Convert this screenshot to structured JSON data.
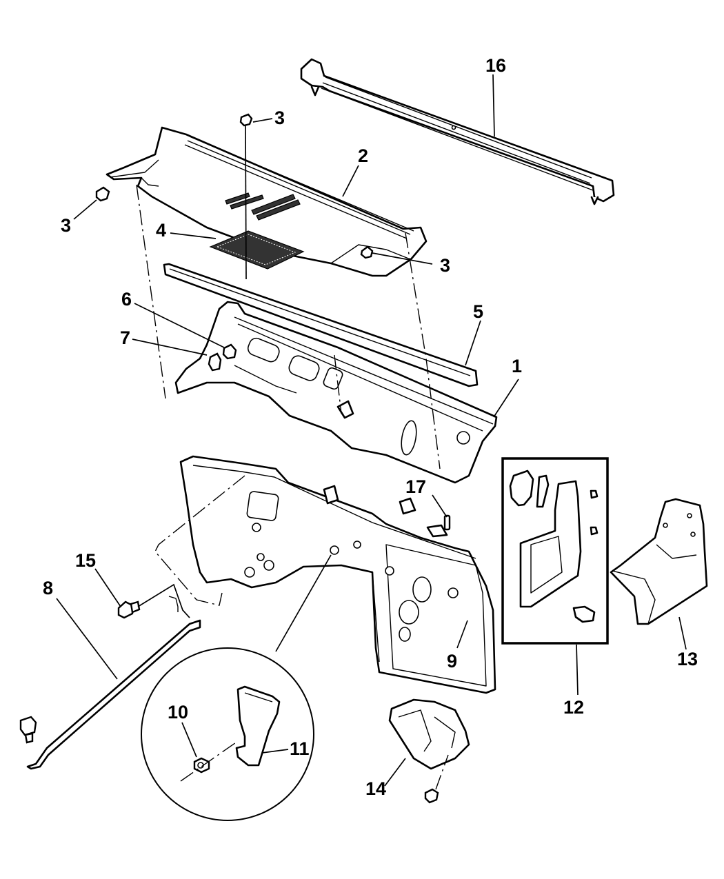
{
  "diagram": {
    "type": "exploded-parts-diagram",
    "subject": "Cowl, dash panel and plenum assembly",
    "callouts": [
      {
        "id": "c1",
        "label": "1",
        "part": "cowl-top-panel"
      },
      {
        "id": "c2",
        "label": "2",
        "part": "cowl-grille-cover"
      },
      {
        "id": "c3a",
        "label": "3",
        "part": "push-pin-fastener-top"
      },
      {
        "id": "c3b",
        "label": "3",
        "part": "push-pin-fastener-left"
      },
      {
        "id": "c3c",
        "label": "3",
        "part": "push-pin-fastener-right"
      },
      {
        "id": "c4",
        "label": "4",
        "part": "grille-screen"
      },
      {
        "id": "c5",
        "label": "5",
        "part": "weatherstrip-seal"
      },
      {
        "id": "c6",
        "label": "6",
        "part": "bracket-clip"
      },
      {
        "id": "c7",
        "label": "7",
        "part": "cowl-side-clip"
      },
      {
        "id": "c8",
        "label": "8",
        "part": "brace-rod"
      },
      {
        "id": "c9",
        "label": "9",
        "part": "dash-panel-plug"
      },
      {
        "id": "c10",
        "label": "10",
        "part": "nut"
      },
      {
        "id": "c11",
        "label": "11",
        "part": "grommet-insulator"
      },
      {
        "id": "c12",
        "label": "12",
        "part": "windshield-header-crossmember"
      },
      {
        "id": "c13",
        "label": "13",
        "part": "cowl-side-panel-kit"
      },
      {
        "id": "c14",
        "label": "14",
        "part": "pedal-support-bracket"
      },
      {
        "id": "c15",
        "label": "15",
        "part": "bolt"
      },
      {
        "id": "c16",
        "label": "16",
        "part": "cowl-side-panel"
      },
      {
        "id": "c17",
        "label": "17",
        "part": "stud"
      }
    ]
  }
}
